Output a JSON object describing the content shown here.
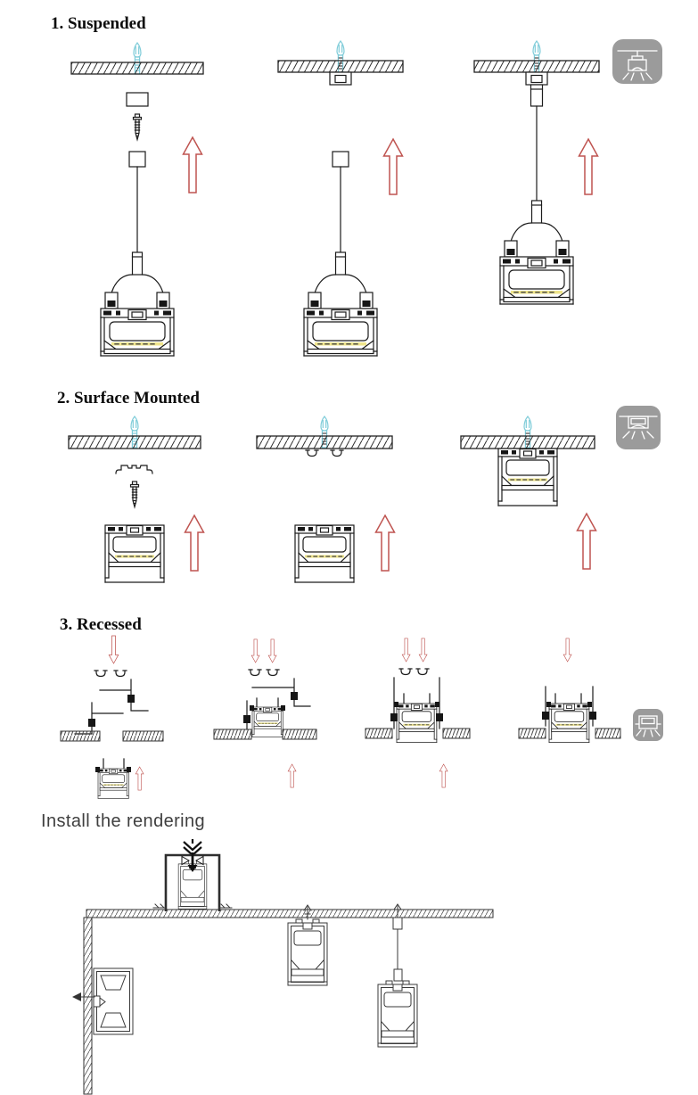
{
  "sections": {
    "suspended": {
      "heading": "1. Suspended",
      "badge_icon": "pendant-install-badge-icon"
    },
    "surface": {
      "heading": "2. Surface Mounted",
      "badge_icon": "surface-install-badge-icon"
    },
    "recessed": {
      "heading": "3. Recessed",
      "badge_icon": "recessed-install-badge-icon"
    },
    "rendering": {
      "heading": "Install the rendering"
    }
  },
  "colors": {
    "anchor_cyan": "#7fccd9",
    "arrow_red": "#bf5450",
    "badge_gray": "#9b9b9b",
    "line_dark": "#1c1c1c",
    "led_yellow": "#efe58a",
    "heading_black": "#0d0d0d",
    "rendering_text": "#3f3f3f"
  }
}
